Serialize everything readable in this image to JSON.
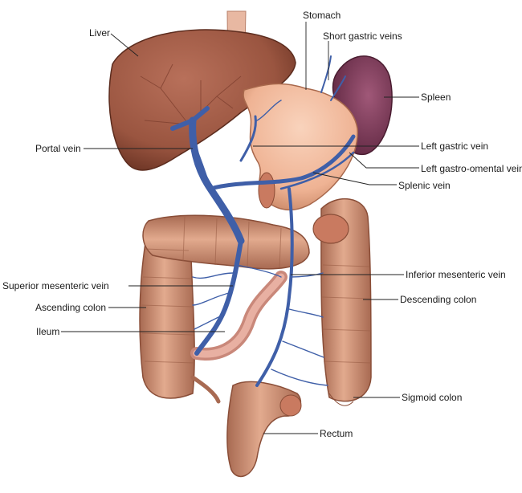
{
  "labels": {
    "liver": "Liver",
    "stomach": "Stomach",
    "short_gastric_veins": "Short gastric veins",
    "spleen": "Spleen",
    "portal_vein": "Portal vein",
    "left_gastric_vein": "Left gastric vein",
    "left_gastro_omental_vein": "Left gastro-omental vein",
    "splenic_vein": "Splenic vein",
    "superior_mesenteric_vein": "Superior mesenteric vein",
    "inferior_mesenteric_vein": "Inferior mesenteric vein",
    "ascending_colon": "Ascending colon",
    "descending_colon": "Descending colon",
    "ileum": "Ileum",
    "sigmoid_colon": "Sigmoid colon",
    "rectum": "Rectum"
  },
  "colors": {
    "liver": "#9a5540",
    "liver_dark": "#6e3626",
    "stomach": "#f0b89a",
    "stomach_dark": "#c98766",
    "spleen": "#7a3550",
    "colon": "#d6967a",
    "colon_dark": "#a86a52",
    "ileum": "#e2a290",
    "vein": "#3f5fa8",
    "vein_dark": "#2b4587",
    "esophagus": "#e8b8a2"
  }
}
